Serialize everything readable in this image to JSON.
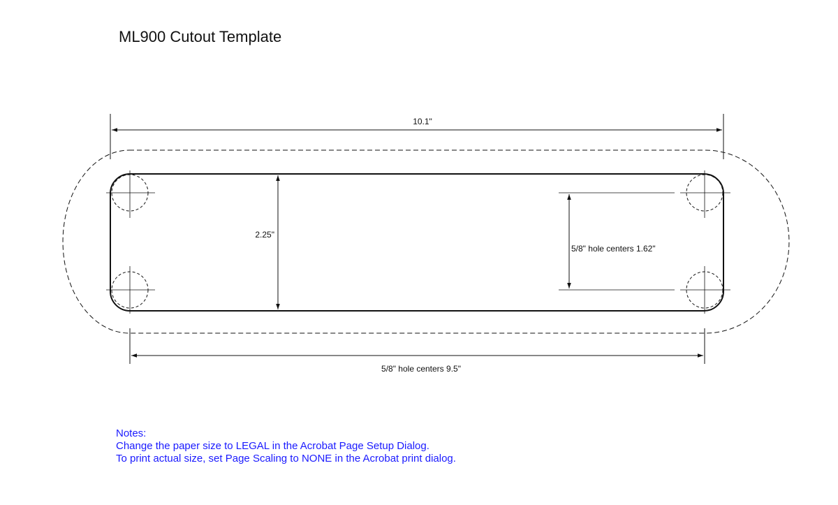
{
  "title": "ML900 Cutout Template",
  "dimensions": {
    "overall_length": "10.1\"",
    "height": "2.25\"",
    "vertical_hole_centers": "5/8\" hole centers 1.62\"",
    "horizontal_hole_centers": "5/8\" hole centers 9.5\""
  },
  "notes": {
    "heading": "Notes:",
    "lines": [
      "Change the paper size to LEGAL in the Acrobat Page Setup Dialog.",
      "To print actual size, set Page Scaling to NONE in the Acrobat print dialog."
    ]
  },
  "colors": {
    "ink": "#111111",
    "notes": "#1a1aff"
  }
}
